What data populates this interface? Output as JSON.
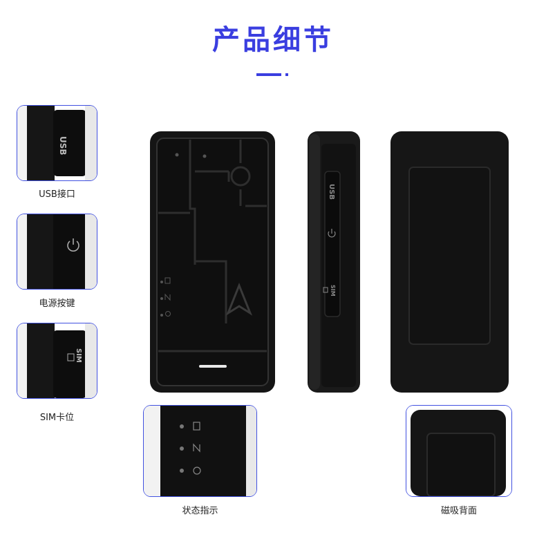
{
  "title": "产品细节",
  "captions": {
    "usb": "USB接口",
    "power": "电源按键",
    "sim": "SIM卡位",
    "status": "状态指示",
    "back": "磁吸背面"
  },
  "port_labels": {
    "usb": "USB",
    "sim": "SIM"
  },
  "colors": {
    "accent": "#3a3ee0",
    "device": "#111111"
  }
}
